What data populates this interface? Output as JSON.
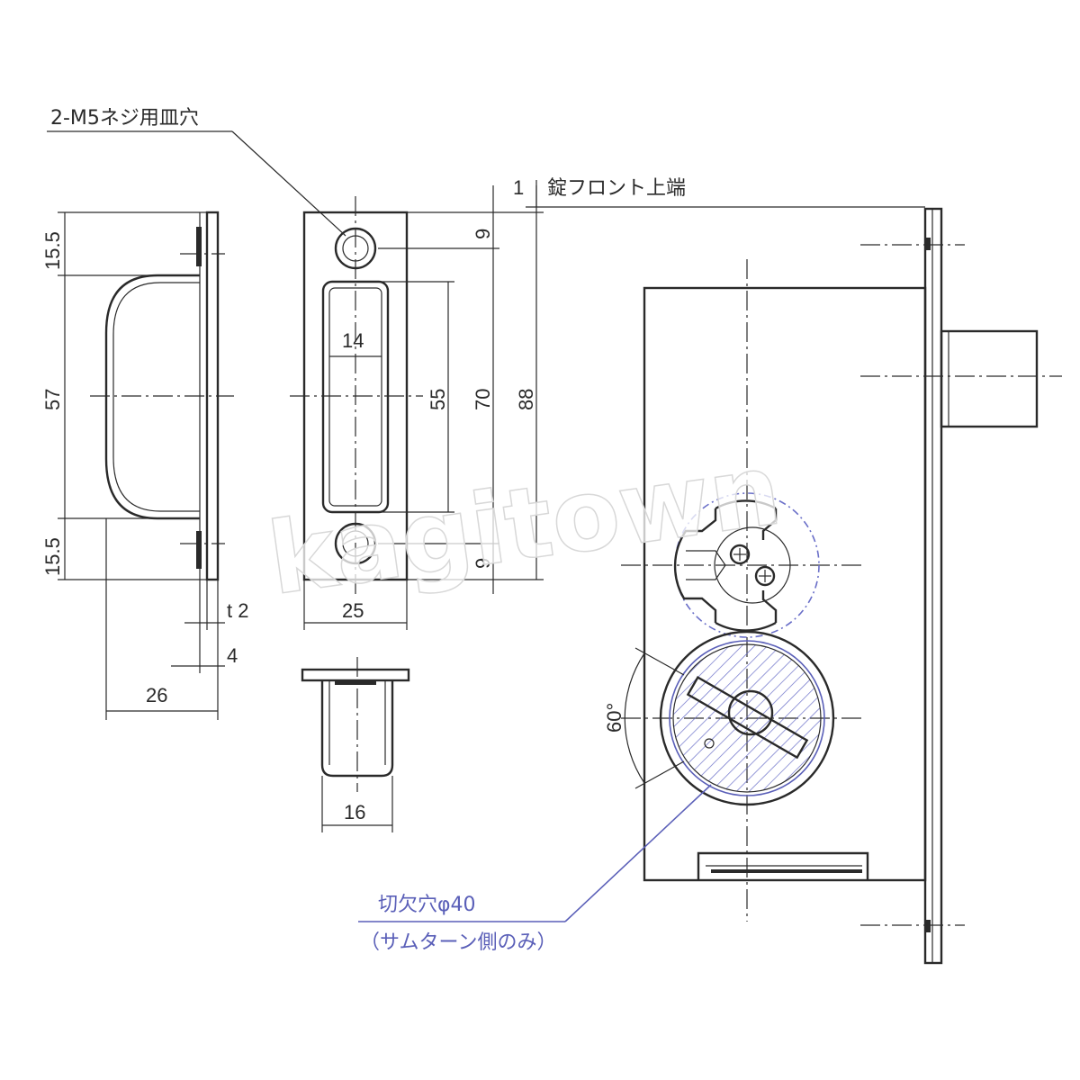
{
  "labels": {
    "screw_holes": "2-M5ネジ用皿穴",
    "front_top": "錠フロント上端",
    "cutout_line1": "切欠穴φ40",
    "cutout_line2": "（サムターン側のみ）"
  },
  "dims": {
    "strike_top_flange": "15.5",
    "strike_body_height": "57",
    "strike_bottom_flange": "15.5",
    "strike_depth": "26",
    "plate_thickness": "t 2",
    "plate_offset": "4",
    "slot_width": "14",
    "slot_height": "55",
    "hole_pitch": "70",
    "plate_height": "88",
    "hole_top_offset": "9",
    "hole_bottom_offset": "9",
    "plate_width": "25",
    "box_width": "16",
    "front_offset": "1",
    "angle": "60°"
  },
  "watermark": "kagitown",
  "colors": {
    "line": "#2a2a2a",
    "annotation_blue": "#5a5fb8"
  }
}
